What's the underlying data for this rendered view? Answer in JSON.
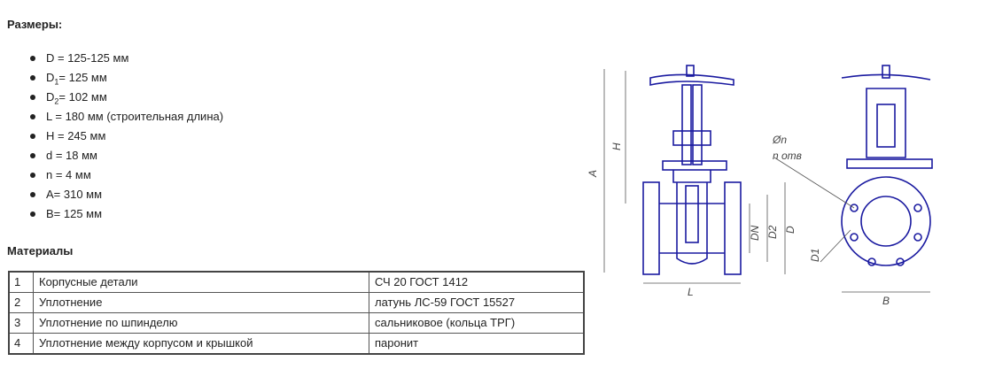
{
  "sizes_heading": "Размеры:",
  "dimensions": [
    {
      "pre": "D = 125-125 мм",
      "sub": "",
      "post": ""
    },
    {
      "pre": "D",
      "sub": "1",
      "post": "= 125 мм"
    },
    {
      "pre": "D",
      "sub": "2",
      "post": "= 102 мм"
    },
    {
      "pre": "L = 180 мм (строительная длина)",
      "sub": "",
      "post": ""
    },
    {
      "pre": "H = 245 мм",
      "sub": "",
      "post": ""
    },
    {
      "pre": "d = 18 мм",
      "sub": "",
      "post": ""
    },
    {
      "pre": "n = 4 мм",
      "sub": "",
      "post": ""
    },
    {
      "pre": "A= 310 мм",
      "sub": "",
      "post": ""
    },
    {
      "pre": "B= 125 мм",
      "sub": "",
      "post": ""
    }
  ],
  "materials_heading": "Материалы",
  "materials": [
    {
      "num": "1",
      "part": "Корпусные детали",
      "material": "СЧ 20 ГОСТ 1412"
    },
    {
      "num": "2",
      "part": "Уплотнение",
      "material": "латунь ЛС-59 ГОСТ 15527"
    },
    {
      "num": "3",
      "part": "Уплотнение по шпинделю",
      "material": "сальниковое (кольца ТРГ)"
    },
    {
      "num": "4",
      "part": "Уплотнение между корпусом и крышкой",
      "material": "паронит"
    }
  ],
  "drawing_labels": {
    "A": "A",
    "H": "H",
    "L": "L",
    "DN": "DN",
    "D2": "D2",
    "D": "D",
    "dn": "Øn",
    "n_otv": "n отв",
    "D1": "D1",
    "B": "B"
  },
  "colors": {
    "drawing_line": "#1a1aa0",
    "dim_line": "#555555",
    "text": "#222222"
  }
}
